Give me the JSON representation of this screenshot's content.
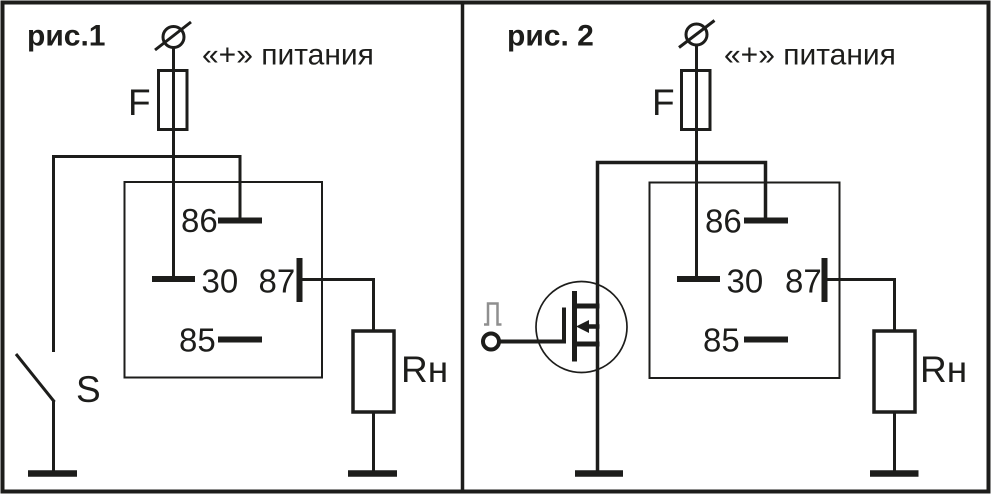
{
  "colors": {
    "line": "#1d1d1b",
    "pulse_icon": "#8f8f8f",
    "background": "#ffffff"
  },
  "icons": {
    "supply_terminal": "crossed-circle",
    "pulse_input": "pulse-waveform",
    "ground": "thick-bar"
  },
  "fig1": {
    "title": "рис.1",
    "supply_label": "«+» питания",
    "fuse_label": "F",
    "switch_label": "S",
    "load_label": "Rн",
    "pins": {
      "p86": "86",
      "p30": "30",
      "p87": "87",
      "p85": "85"
    }
  },
  "fig2": {
    "title": "рис. 2",
    "supply_label": "«+» питания",
    "fuse_label": "F",
    "load_label": "Rн",
    "pins": {
      "p86": "86",
      "p30": "30",
      "p87": "87",
      "p85": "85"
    }
  }
}
